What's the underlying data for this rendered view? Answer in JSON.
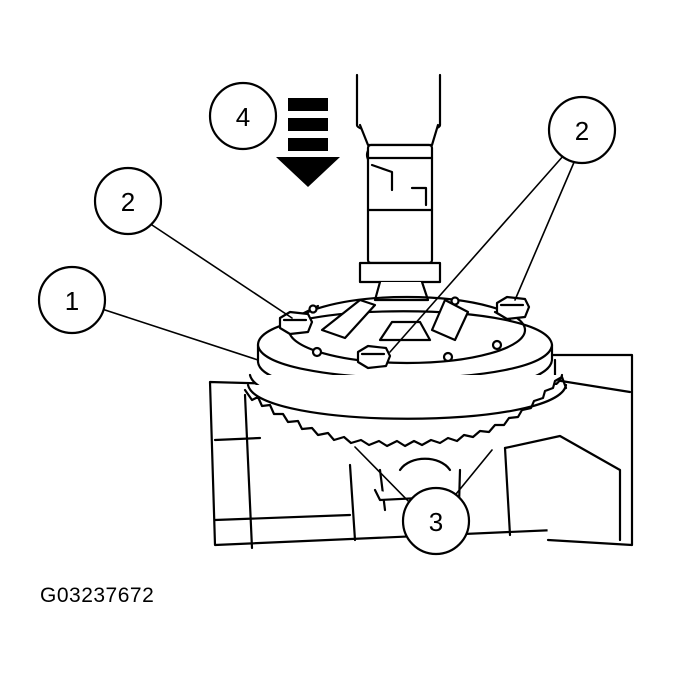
{
  "figure": {
    "code": "G03237672",
    "colors": {
      "line": "#000000",
      "fill": "#ffffff"
    }
  },
  "callouts": [
    {
      "id": "1",
      "label": "1"
    },
    {
      "id": "2a",
      "label": "2"
    },
    {
      "id": "2b",
      "label": "2"
    },
    {
      "id": "3",
      "label": "3"
    },
    {
      "id": "4",
      "label": "4"
    }
  ],
  "icons": {
    "press-direction": "down-arrow-icon",
    "bolt": "bolt-icon"
  }
}
